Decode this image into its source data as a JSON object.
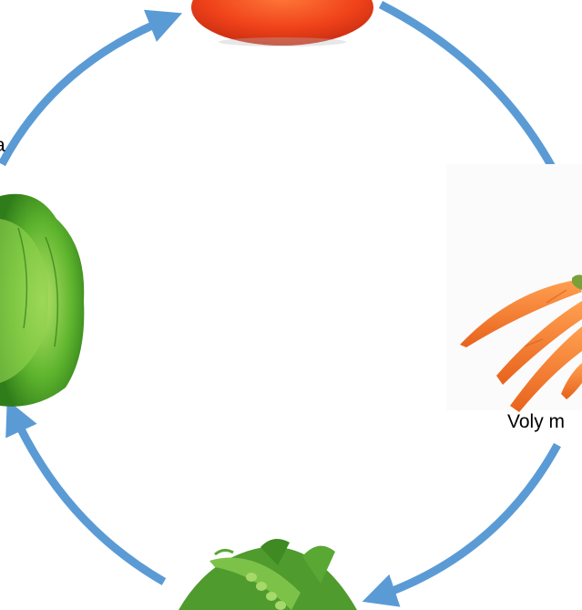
{
  "diagram": {
    "type": "cycle",
    "arrow_color": "#5b9bd5",
    "nodes": [
      {
        "id": "tomato",
        "image": "tomato-image",
        "label": ""
      },
      {
        "id": "carrot",
        "image": "carrots-image",
        "label": "Voly m"
      },
      {
        "id": "peas",
        "image": "peas-image",
        "label": ""
      },
      {
        "id": "lettuce",
        "image": "lettuce-image",
        "label": "a"
      }
    ]
  }
}
